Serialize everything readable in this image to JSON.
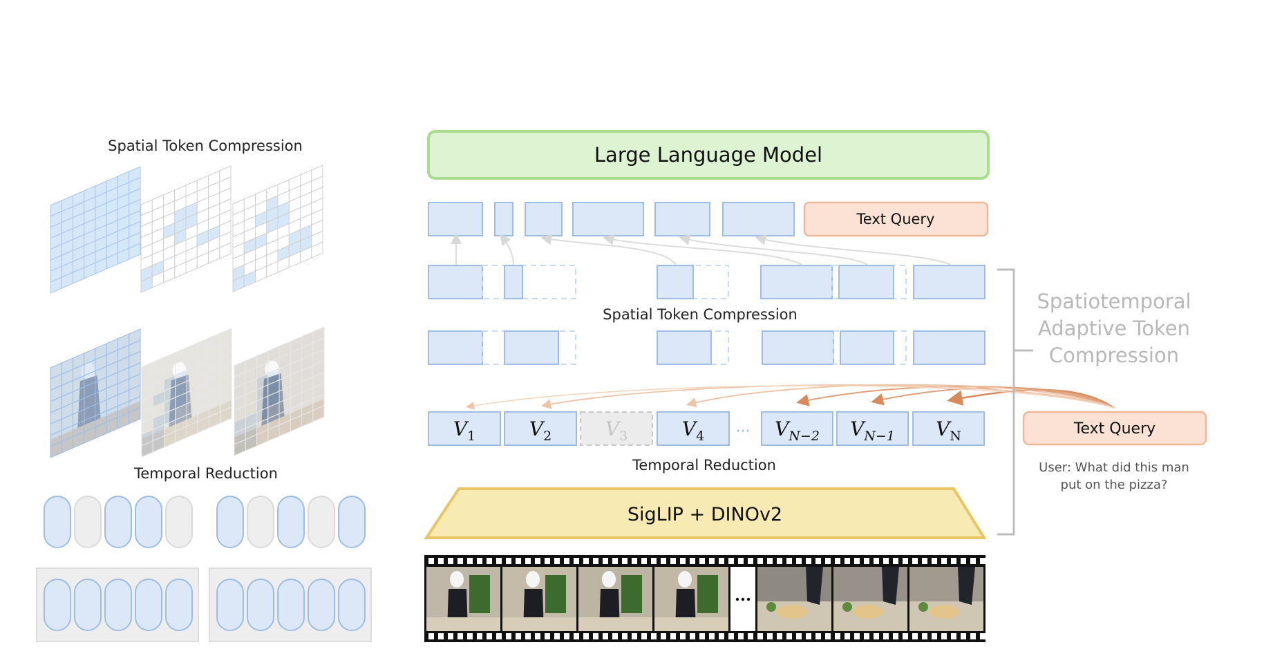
{
  "left_panel": {
    "spatial_title": "Spatial Token Compression",
    "temporal_title": "Temporal Reduction"
  },
  "main": {
    "llm_label": "Large Language Model",
    "text_query_top": "Text Query",
    "spatial_label": "Spatial Token Compression",
    "temporal_label": "Temporal Reduction",
    "encoder_label": "SigLIP + DINOv2",
    "ellipsis": "···",
    "frames": [
      {
        "base": "V",
        "sub": "1"
      },
      {
        "base": "V",
        "sub": "2"
      },
      {
        "base": "V",
        "sub": "3"
      },
      {
        "base": "V",
        "sub": "4"
      },
      {
        "base": "V",
        "sub": "N−2"
      },
      {
        "base": "V",
        "sub": "N−1"
      },
      {
        "base": "V",
        "sub": "N"
      }
    ]
  },
  "right_panel": {
    "stc_line1": "Spatiotemporal",
    "stc_line2": "Adaptive Token",
    "stc_line3": "Compression",
    "text_query": "Text Query",
    "user_line1": "User: What did this man",
    "user_line2": "put on the pizza?"
  },
  "colors": {
    "token_fill": "#dce8f7",
    "token_stroke": "#9ebde4",
    "llm_fill": "#ddf3d2",
    "llm_stroke": "#a8dc8e",
    "query_fill": "#fbe2d4",
    "query_stroke": "#efb898",
    "encoder_fill": "#f7eab2",
    "encoder_stroke": "#e8c565",
    "gray_token": "#ececec"
  }
}
